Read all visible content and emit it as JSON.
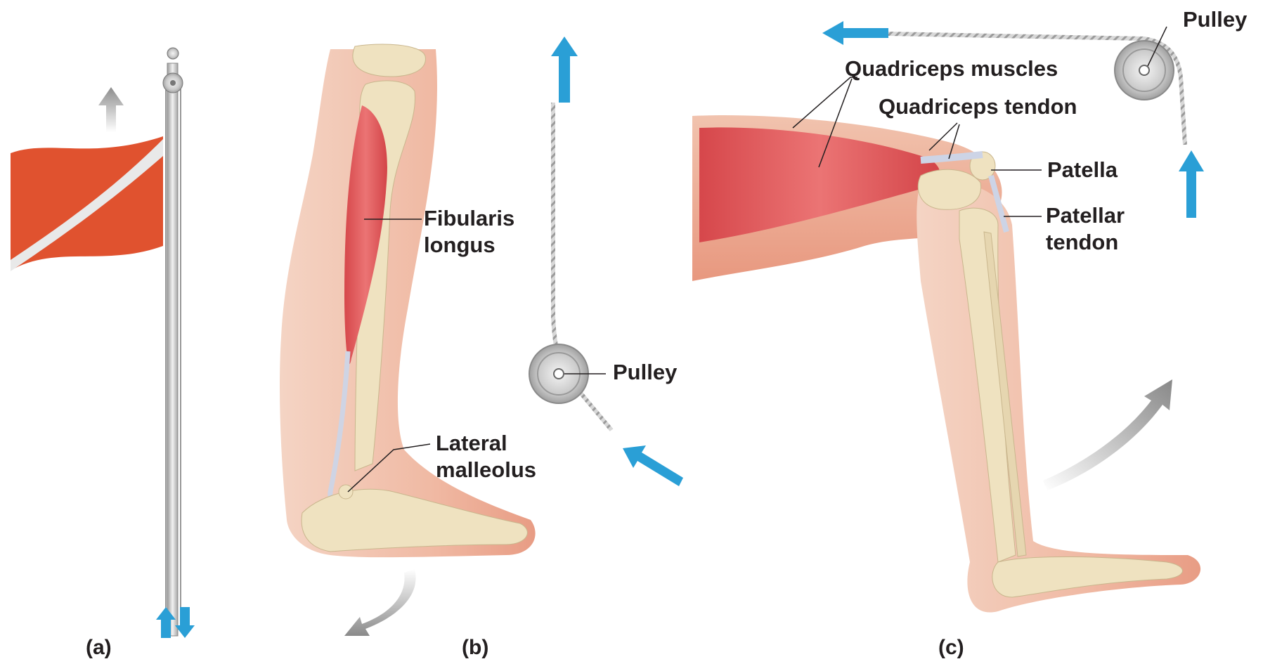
{
  "panels": {
    "a": {
      "caption": "(a)"
    },
    "b": {
      "caption": "(b)",
      "labels": {
        "fibularis_1": "Fibularis",
        "fibularis_2": "longus",
        "lateral_1": "Lateral",
        "lateral_2": "malleolus",
        "pulley": "Pulley"
      }
    },
    "c": {
      "caption": "(c)",
      "labels": {
        "pulley": "Pulley",
        "quad_muscles": "Quadriceps muscles",
        "quad_tendon": "Quadriceps tendon",
        "patella": "Patella",
        "patellar_1": "Patellar",
        "patellar_2": "tendon"
      }
    }
  },
  "colors": {
    "arrow_blue": "#2a9fd6",
    "arrow_gray": "#8a8a8a",
    "flag_red": "#e0522f",
    "muscle_red": "#e25a5c",
    "skin": "#f2b7a0",
    "bone": "#efe2c0",
    "label_text": "#231f20"
  },
  "icons": [
    "up-arrow-icon",
    "down-arrow-icon",
    "pulley-icon",
    "flag-icon"
  ]
}
